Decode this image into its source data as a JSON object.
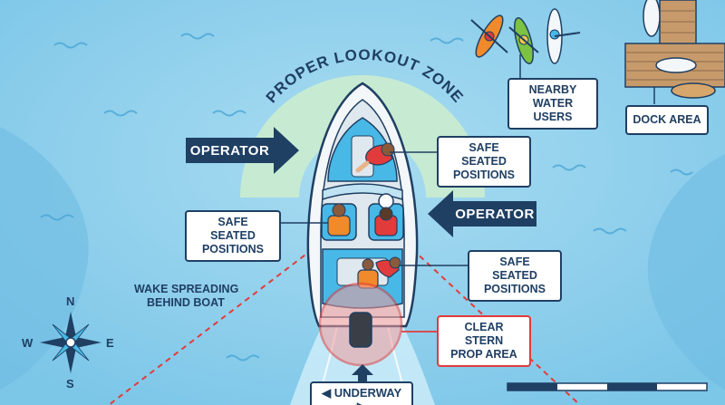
{
  "zone": {
    "label": "PROPER LOOKOUT ZONE"
  },
  "operator_arrows": [
    {
      "label": "OPERATOR"
    },
    {
      "label": "OPERATOR"
    }
  ],
  "callouts": {
    "safe_seated_top": {
      "line1": "SAFE SEATED",
      "line2": "POSITIONS"
    },
    "safe_seated_left": {
      "line1": "SAFE SEATED",
      "line2": "POSITIONS"
    },
    "safe_seated_right": {
      "line1": "SAFE SEATED",
      "line2": "POSITIONS"
    },
    "nearby_water_users": {
      "line1": "NEARBY",
      "line2": "WATER USERS"
    },
    "dock_area": {
      "label": "DOCK AREA"
    },
    "clear_stern": {
      "line1": "CLEAR STERN",
      "line2": "PROP AREA"
    }
  },
  "wake": {
    "line1": "WAKE SPREADING",
    "line2": "BEHIND BOAT"
  },
  "underway": {
    "label": "UNDERWAY"
  },
  "compass": {
    "n": "N",
    "s": "S",
    "e": "E",
    "w": "W"
  },
  "colors": {
    "water": "#8fd0ec",
    "navy": "#1f3f63",
    "lookout_zone": "#c9ecd0",
    "danger_red": "#e23b3b",
    "boat_blue": "#48b8e6"
  }
}
